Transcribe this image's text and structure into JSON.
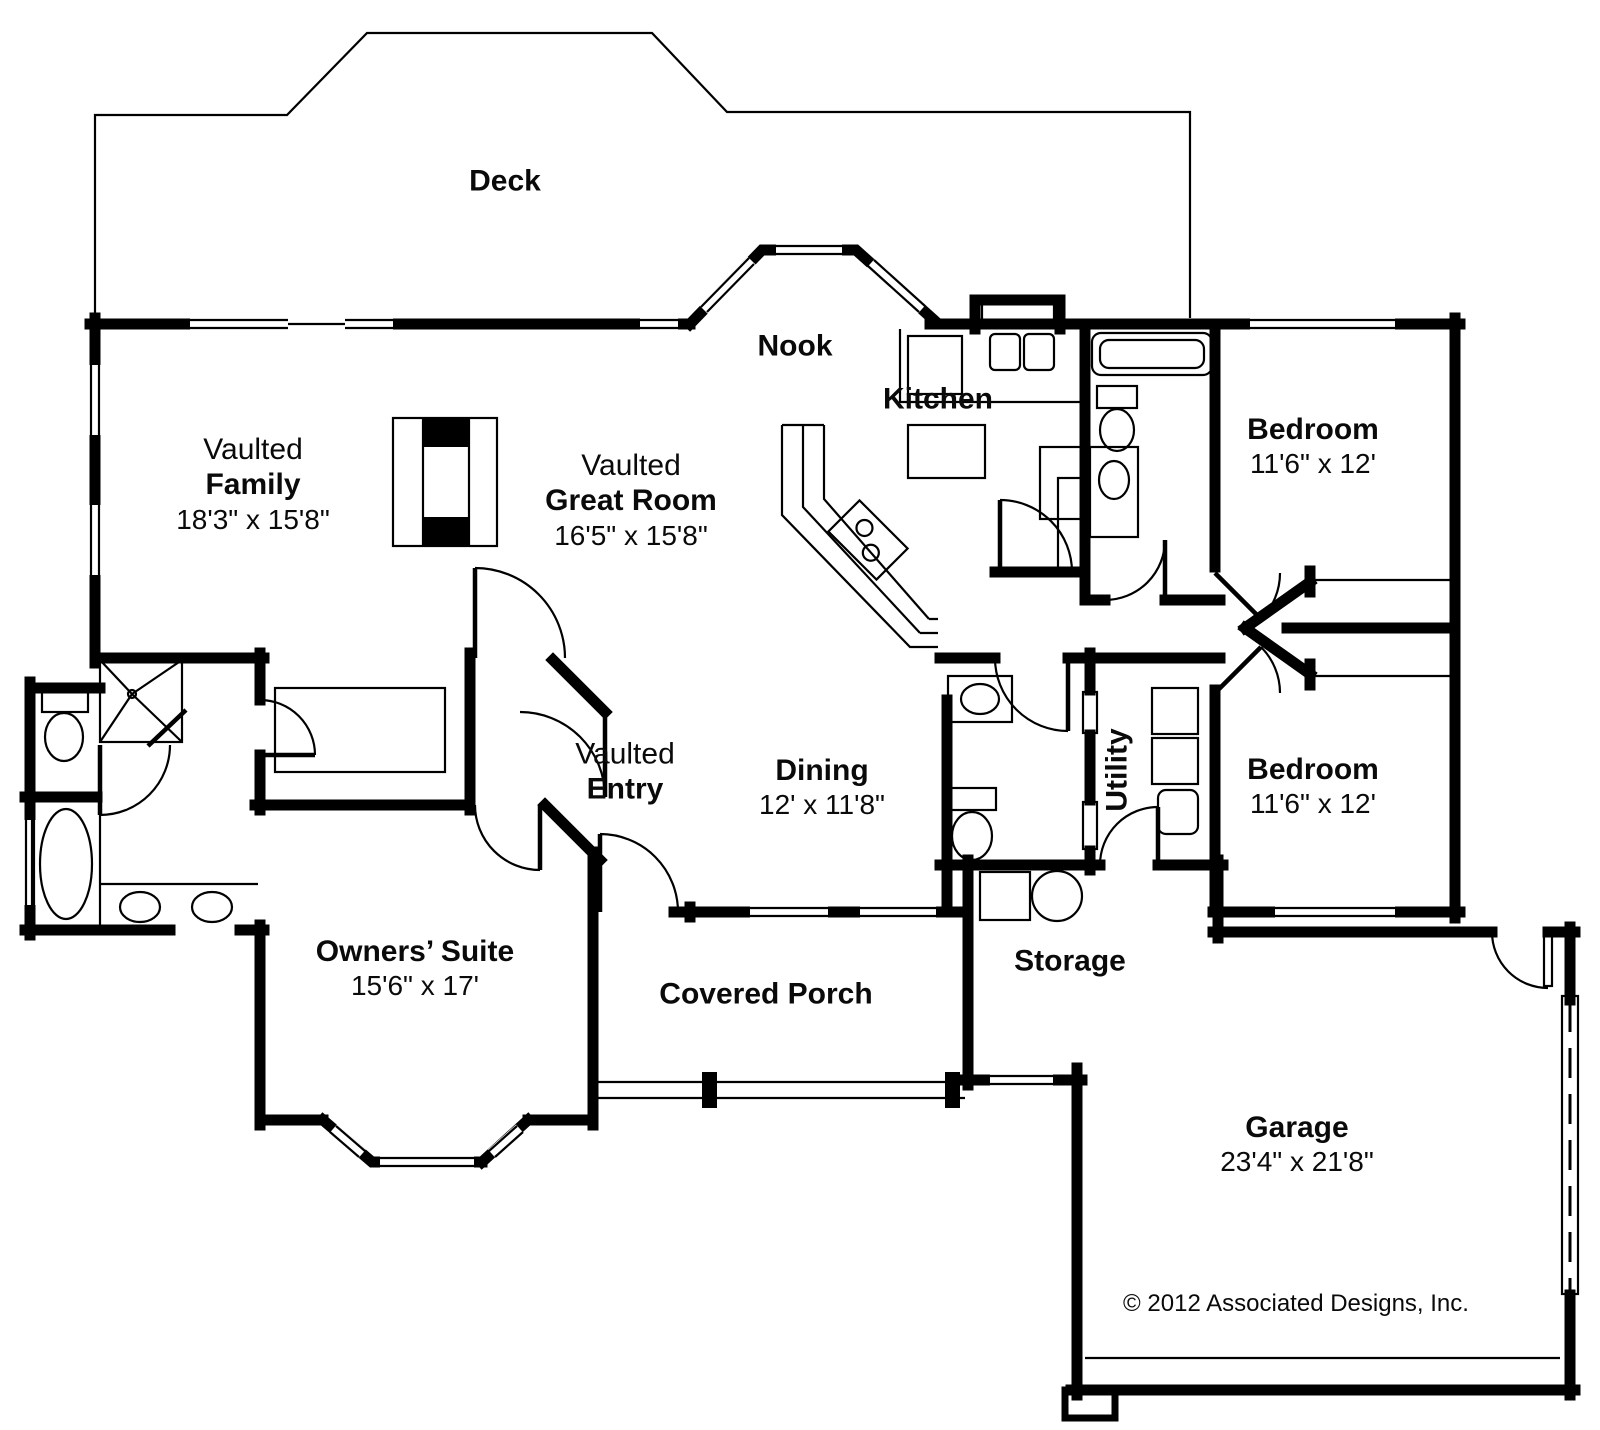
{
  "plan": {
    "rooms": {
      "deck": {
        "name": "Deck"
      },
      "family": {
        "prefix": "Vaulted",
        "name": "Family",
        "dims": "18'3\" x 15'8\""
      },
      "great_room": {
        "prefix": "Vaulted",
        "name": "Great Room",
        "dims": "16'5\" x 15'8\""
      },
      "nook": {
        "name": "Nook"
      },
      "kitchen": {
        "name": "Kitchen"
      },
      "bedroom_upper": {
        "name": "Bedroom",
        "dims": "11'6\" x 12'"
      },
      "bedroom_lower": {
        "name": "Bedroom",
        "dims": "11'6\" x 12'"
      },
      "utility": {
        "name": "Utility"
      },
      "entry": {
        "prefix": "Vaulted",
        "name": "Entry"
      },
      "dining": {
        "name": "Dining",
        "dims": "12' x 11'8\""
      },
      "owners_suite": {
        "name": "Owners’ Suite",
        "dims": "15'6\" x 17'"
      },
      "covered_porch": {
        "name": "Covered Porch"
      },
      "storage": {
        "name": "Storage"
      },
      "garage": {
        "name": "Garage",
        "dims": "23'4\" x 21'8\""
      }
    },
    "copyright": "© 2012 Associated Designs, Inc.",
    "colors": {
      "ink": "#000000",
      "paper": "#ffffff"
    }
  }
}
